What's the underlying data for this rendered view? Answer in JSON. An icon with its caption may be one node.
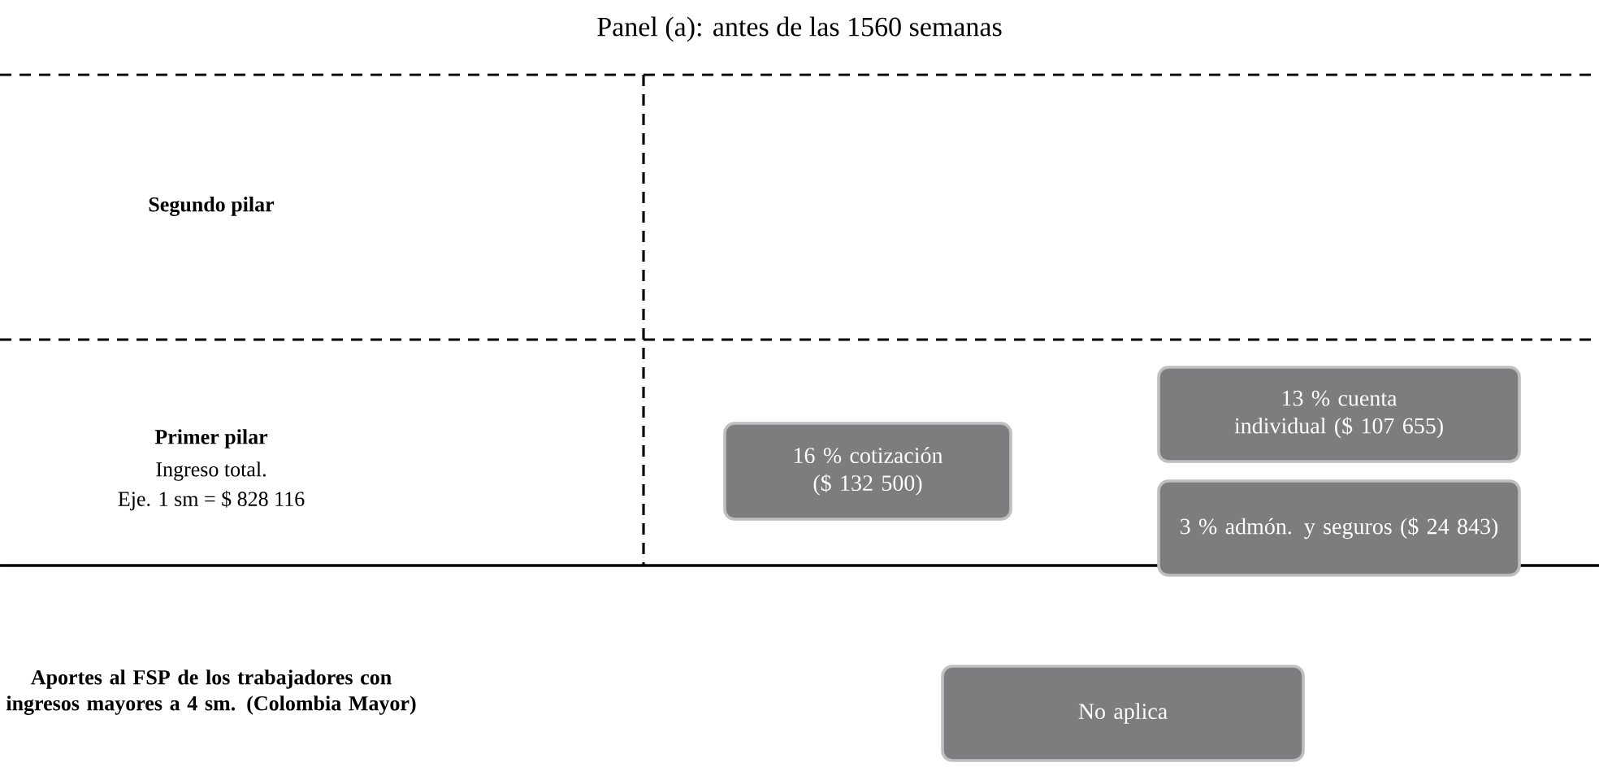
{
  "diagram": {
    "title": "Panel (a): antes de las 1560 semanas",
    "nodes": [
      {
        "text": [
          "16 % cotización ($ 132 500)"
        ]
      },
      {
        "text": [
          "13 % cuenta individual ($ 107 655)"
        ]
      },
      {
        "text": [
          "3 % admón. y seguros ($ 24 843)"
        ]
      },
      {
        "text": [
          "No aplica"
        ]
      }
    ],
    "labels": [
      "Segundo pilar",
      "Primer pilar",
      "Ingreso total.",
      "Eje. 1 sm = $ 828 116",
      "Aportes al FSP de los trabajadores con ingresos mayores a 4 sm. (Colombia Mayor)"
    ]
  }
}
